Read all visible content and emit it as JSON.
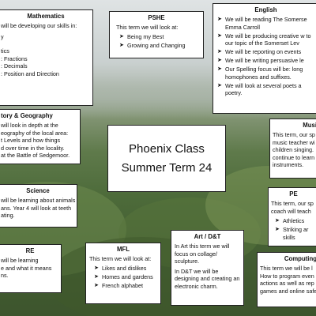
{
  "center": {
    "line1": "Phoenix Class",
    "line2": "Summer Term 24"
  },
  "mathematics": {
    "title": "Mathematics",
    "intro": "will be developing our skills in:",
    "lines": [
      "y",
      "",
      "tics",
      ": Fractions",
      ": Decimals",
      ": Position and Direction"
    ]
  },
  "pshe": {
    "title": "PSHE",
    "intro": "This term we will look at:",
    "items": [
      "Being my Best",
      "Growing and Changing"
    ]
  },
  "english": {
    "title": "English",
    "items": [
      "We will be reading The Somerse Emma Carroll",
      "We will be producing creative w to our topic of the Somerset Lev",
      "We will be reporting on events",
      "We will be writing persuasive le",
      "Our Spelling focus will be: long homophones and suffixes.",
      "We will look at several poets a poetry."
    ]
  },
  "history": {
    "title": "tory & Geography",
    "lines": [
      "will look in depth at the",
      "eography of the local area:",
      "t Levels and how things",
      "d over time in the locality.",
      "at the Battle of Sedgemoor."
    ]
  },
  "music": {
    "title": "Musi",
    "lines": [
      "This term, our sp",
      "music teacher wi",
      "children singing.",
      "continue to learn",
      "instruments."
    ]
  },
  "science": {
    "title": "Science",
    "lines": [
      "will be learning about animals",
      "ans. Year 4 will look at teeth",
      "ating."
    ]
  },
  "pe": {
    "title": "PE",
    "intro": "This term, our sp coach will teach",
    "items": [
      "Athletics",
      "Striking ar skills"
    ]
  },
  "re": {
    "title": "RE",
    "lines": [
      "will be learning",
      "e and what it means",
      "ns."
    ]
  },
  "mfl": {
    "title": "MFL",
    "intro": "This term we will look at:",
    "items": [
      "Likes and dislikes",
      "Homes and gardens",
      "French alphabet"
    ]
  },
  "art": {
    "title": "Art / D&T",
    "p1": "In Art this term we will focus on collage/ sculpture.",
    "p2": "In D&T we will be designing and creating an electronic charm."
  },
  "computing": {
    "title": "Computing",
    "lines": [
      "This term we will be l",
      "How to program even",
      "actions as well as rep",
      "games and online safe"
    ]
  }
}
